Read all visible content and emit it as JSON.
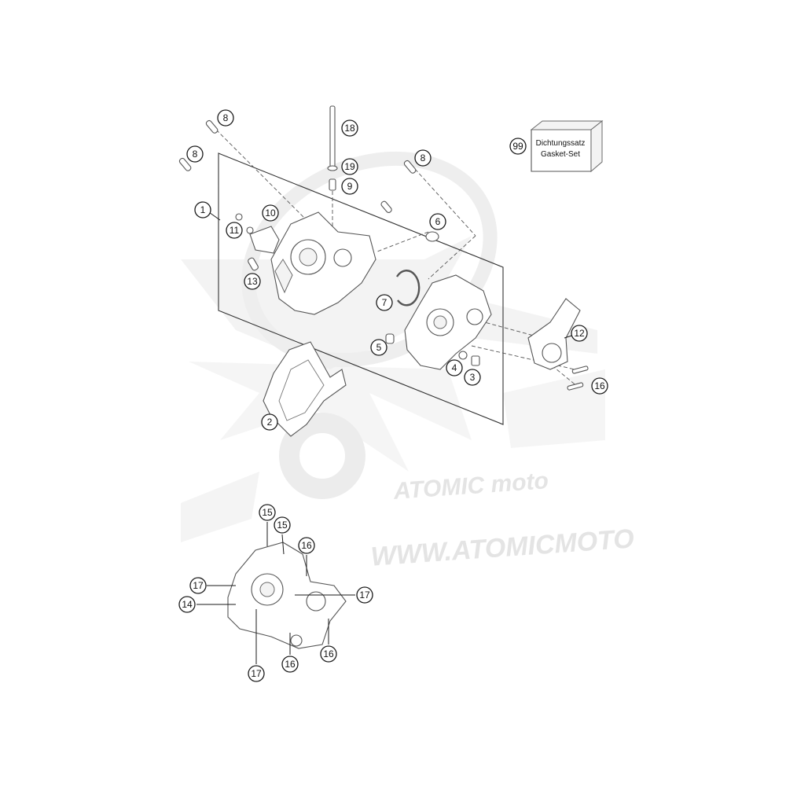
{
  "gasket_box": {
    "line1": "Dichtungssatz",
    "line2": "Gasket-Set"
  },
  "watermark": {
    "logo": "ATOMIC moto",
    "url": "WWW.ATOMICMOTO"
  },
  "callouts": {
    "c8a": "8",
    "c8b": "8",
    "c8c": "8",
    "c18": "18",
    "c19": "19",
    "c9": "9",
    "c99": "99",
    "c1": "1",
    "c10": "10",
    "c11": "11",
    "c13": "13",
    "c6": "6",
    "c7": "7",
    "c5": "5",
    "c4": "4",
    "c3": "3",
    "c12": "12",
    "c16a": "16",
    "c2": "2",
    "c15a": "15",
    "c15b": "15",
    "c16b": "16",
    "c17a": "17",
    "c17b": "17",
    "c14": "14",
    "c17c": "17",
    "c16c": "16",
    "c16d": "16"
  }
}
